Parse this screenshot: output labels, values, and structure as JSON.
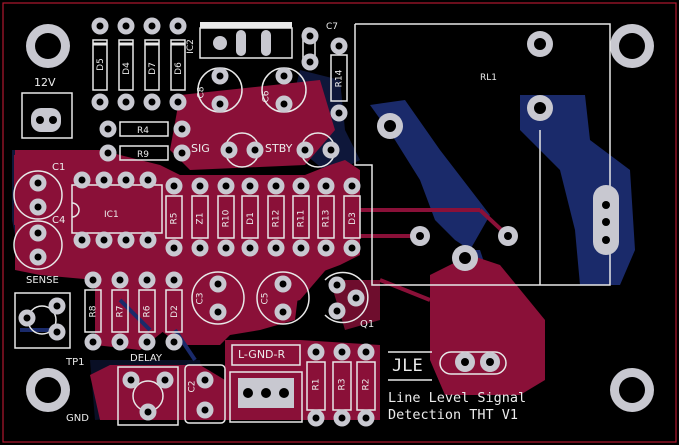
{
  "board": {
    "title_line1": "Line Level Signal",
    "title_line2": "Detection THT V1",
    "logo": "JLE",
    "connector_label": "L-GND-R",
    "colors": {
      "background": "#000000",
      "copper_top": "#8a1038",
      "copper_bottom": "#1a2a6a",
      "silkscreen": "#e8e8e8",
      "pad": "#c8c8d0",
      "outline": "#b01830"
    }
  },
  "labels": {
    "v12": "12V",
    "sense": "SENSE",
    "tp1": "TP1",
    "gnd": "GND",
    "delay": "DELAY",
    "sig": "SIG",
    "stby": "STBY",
    "rl1": "RL1",
    "ic1": "IC1",
    "ic2": "IC2",
    "q1": "Q1",
    "c1": "C1",
    "c2": "C2",
    "c3": "C3",
    "c4": "C4",
    "c5": "C5",
    "c6": "C6",
    "c7": "C7",
    "c8": "C8",
    "d1": "D1",
    "d2": "D2",
    "d3": "D3",
    "d4": "D4",
    "d5": "D5",
    "d6": "D6",
    "d7": "D7",
    "z1": "Z1",
    "r1": "R1",
    "r2": "R2",
    "r3": "R3",
    "r4": "R4",
    "r5": "R5",
    "r6": "R6",
    "r7": "R7",
    "r8": "R8",
    "r9": "R9",
    "r10": "R10",
    "r11": "R11",
    "r12": "R12",
    "r13": "R13",
    "r14": "R14"
  }
}
